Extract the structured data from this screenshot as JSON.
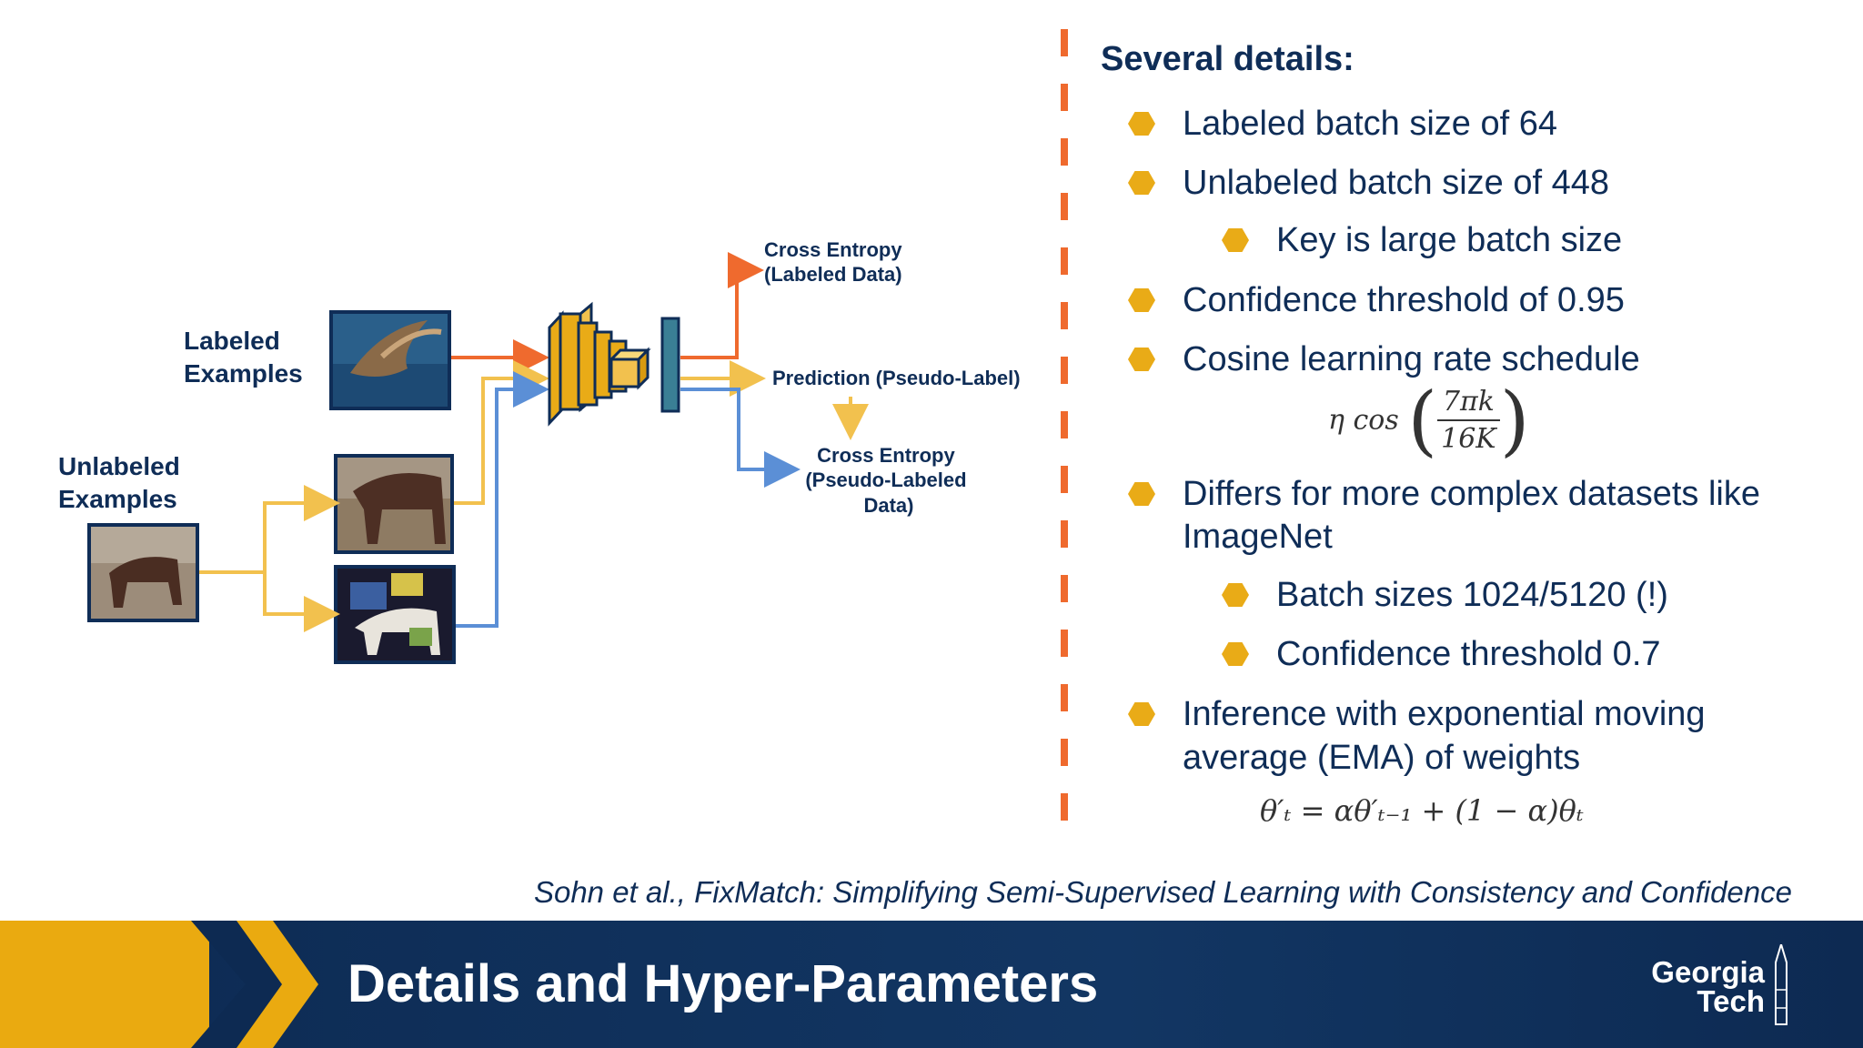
{
  "diagram": {
    "labeled_label": [
      "Labeled",
      "Examples"
    ],
    "unlabeled_label": [
      "Unlabeled",
      "Examples"
    ],
    "ce_labeled": [
      "Cross Entropy",
      "(Labeled Data)"
    ],
    "prediction": "Prediction (Pseudo-Label)",
    "ce_pseudo": [
      "Cross Entropy",
      "(Pseudo-Labeled",
      "Data)"
    ]
  },
  "details": {
    "heading": "Several details:",
    "bullets": [
      "Labeled batch size of 64",
      "Unlabeled batch size of 448",
      "Key is large batch size",
      "Confidence threshold of 0.95",
      "Cosine learning rate schedule",
      "Differs for more complex datasets like",
      "ImageNet",
      "Batch sizes 1024/5120 (!)",
      "Confidence threshold 0.7",
      "Inference with exponential moving",
      "average (EMA) of weights"
    ],
    "formula_lr": {
      "prefix": "η cos",
      "num": "7πk",
      "den": "16K"
    },
    "formula_ema": "θ′ₜ = αθ′ₜ₋₁ + (1 − α)θₜ"
  },
  "citation": "Sohn et al., FixMatch: Simplifying Semi-Supervised Learning with Consistency and Confidence",
  "footer": {
    "title": "Details and Hyper-Parameters",
    "logo": [
      "Georgia",
      "Tech"
    ]
  },
  "colors": {
    "navy": "#0f2d57",
    "gold": "#e9ab17",
    "orange": "#ef6a2e",
    "blue": "#5b8fd6",
    "teal": "#3a7f95"
  }
}
